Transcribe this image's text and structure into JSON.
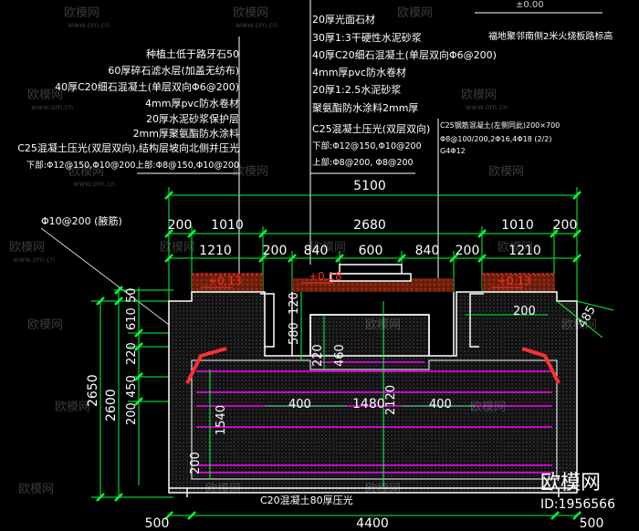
{
  "top_label": "±0.00",
  "right_note": "福地聚邻南侧2米火烧板路标高",
  "left_notes": [
    "种植土低于路牙石50",
    "60厚碎石滤水层(加盖无纺布)",
    "40厚C20细石混凝土(单层双向Φ6@200)",
    "4mm厚pvc防水卷材",
    "20厚水泥砂浆保护层",
    "2mm厚聚氨酯防水涂料",
    "C25混凝土压光(双层双向),结构层坡向北侧并压光",
    "下部:Φ12@150,Φ10@200上部:Φ8@150,Φ10@200"
  ],
  "center_notes": [
    "20厚光面石材",
    "30厚1:3干硬性水泥砂浆",
    "40厚C20细石混凝土(单层双向Φ6@200)",
    "4mm厚pvc防水卷材",
    "20厚1:2.5水泥砂浆",
    "聚氨酯防水涂料2mm厚",
    "C25混凝土压光(双层双向)",
    "下部:Φ12@150,Φ10@200",
    "上部:Φ8@200, Φ8@200"
  ],
  "beam_notes": [
    "C25钢筋混凝土(左侧同此)200×700",
    "Φ8@100/200,2Φ16,4Φ18 (2/2)",
    "G4Φ12"
  ],
  "left_callout": "Φ10@200 (腋筋)",
  "dims_top": [
    "5100",
    "200",
    "1010",
    "2680",
    "1010",
    "200",
    "1210",
    "200",
    "840",
    "600",
    "840",
    "200",
    "1210"
  ],
  "levels": [
    "+0.13",
    "+0.18",
    "+0.13"
  ],
  "dims_left": [
    "50",
    "610",
    "220",
    "450",
    "2600",
    "2650",
    "200"
  ],
  "dims_inner": [
    "580",
    "120",
    "220",
    "460",
    "2120",
    "400",
    "1480",
    "400",
    "1540",
    "200",
    "485"
  ],
  "right_dim": "200",
  "bottom_label": "C20混凝土80厚压光",
  "bottom_dims": [
    "500",
    "4400",
    "500"
  ],
  "watermark": {
    "brand": "欧模网",
    "url": "www.om.cn",
    "id": "ID:1956566"
  },
  "colors": {
    "line": "#ffffff",
    "dim": "#00ff3c",
    "accent": "#ff3030",
    "soil": "#8a2a10",
    "magenta": "#ff00ff",
    "slab": "#b0b0b0"
  }
}
